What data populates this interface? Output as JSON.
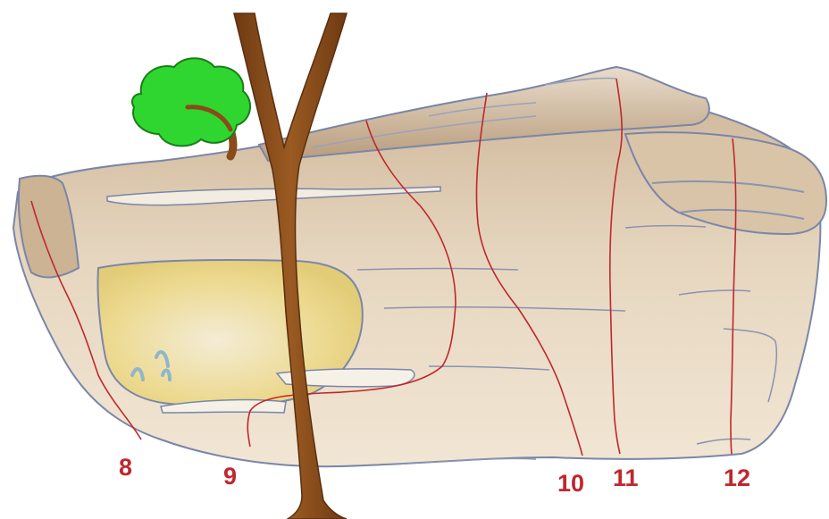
{
  "routes": [
    {
      "number": "8"
    },
    {
      "number": "9"
    },
    {
      "number": "10"
    },
    {
      "number": "11"
    },
    {
      "number": "12"
    }
  ],
  "colors": {
    "route_line": "#c0272d",
    "route_label": "#c0272d",
    "rock_fill": "#d8c0a0",
    "rock_edge": "#7a86a8",
    "tree_trunk": "#8a4a1a",
    "tree_foliage": "#2fd62f",
    "cave_fill": "#eedb90"
  },
  "icons": [
    "tree-icon",
    "bush-icon"
  ]
}
